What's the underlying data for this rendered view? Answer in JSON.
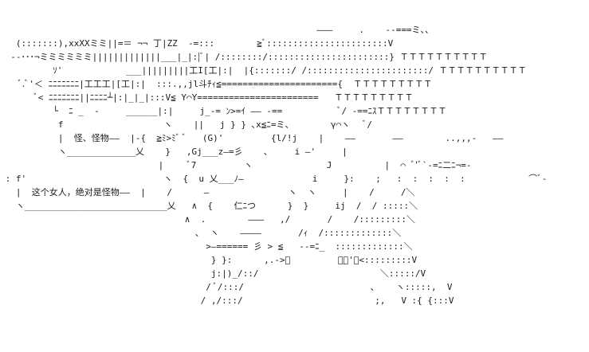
{
  "colors": {
    "background": "#ffffff",
    "ink": "#1a1a1a"
  },
  "speech_bubbles": [
    {
      "text": "怪、怪物――"
    },
    {
      "text": "这个女人，绝对是怪物――"
    }
  ],
  "art_lines": [
    "                                                            ―――     .    --===ミ、、",
    "   (:::::::),xxXXミミ||=＝ ¬¬ 丁|ZZ  -=:::        ≧ﾞ:::::::::::::::::::::::V",
    "  --･･･¬ミミミミミミ|||||||||||||___|_|:|ﾞ| /::::::::/:::::::::::::::::::::::} ＴＴＴＴＴＴＴＴＴＴ",
    "          ｿ'            ___|||||||||工I[工|:|  |{:::::::/ /:::::::::::::::::::::::/ ＴＴＴＴＴＴＴＴＴＴ",
    "    ﾞ.ﾞ'＜ ﾆﾆﾆﾆﾆﾆﾆ|工工工|[工|:|  :::.,,jl斗ﾁｨ≦======================{  ＴＴＴＴＴＴＴＴＴ",
    "       ﾞ< ﾆﾆﾆﾆﾆﾆﾆ||ﾆﾆﾆﾆ┴|:|_|_|:::V≦ Y⌒Y=======================   ＴＴＴＴＴＴＴＴＴ",
    "          └  ﾆ _  -     ______|:|     j_-= ﾝ>=ｲ ―― ‐==           ﾞ/ -==ﾆｽＴＴＴＴＴＴＴＴ",
    "           f                   ヽ    ||   j } } ､x≦ﾆ=ミ、       γ⌒ヽ   ﾞ/",
    "           |  __SPEECH1__  |-{  ≧ﾐ>ﾐﾞ ﾞ   (G)'         {l/!j    |    ――       ――        ..,,,-   ――",
    "           ヽ_____________乂    }   ,Gj___z―=彡    ､     i ―'     |",
    "                              |     ﾞ7         ヽ              J          |  ⌒ ﾞ'ﾞ`-=ﾆ二ﾆ¬=‐",
    " : f'                          ヽ  {  u 乂___ﾉ―             i     }:    ;   :  :  :  :  :            ⌒ﾞ-",
    "   |  __SPEECH2__  |    /      ―               ヽ  ヽ     |    /     /＼",
    "   ヽ___________________________乂   ∧  {    仁ﾆつ      }  }     ij  /  / :::::＼",
    "                                   ∧  .        ―――   ,/       /    /:::::::::＼",
    "                                     ､  ヽ    ――――       /ｨ  /:::::::::::::＼",
    "                                       >―====== 彡 > ≦   -‐=ﾆ_  :::::::::::::＼",
    "                                        } }:      ,.->ﾞ         ﾞﾞ'ﾞ<:::::::::V",
    "                                        j:|)_/::/                       ＼:::::/V",
    "                                       / ﾞ/:::/                        ､    ヽ:::::,  V",
    "                                      / ,/:::/                         ;,   V :{ {:::V"
  ]
}
